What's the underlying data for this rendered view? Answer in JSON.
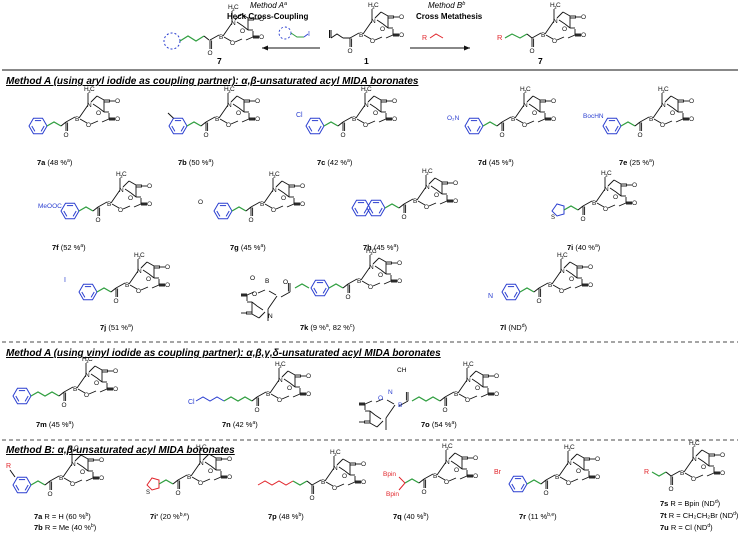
{
  "colors": {
    "aryl": "#2b3fd0",
    "alkene": "#2f9e3f",
    "red": "#e1252b",
    "ink": "#111111"
  },
  "header": {
    "method_a_title": "Method A",
    "method_a_sup": "a",
    "method_a_subtitle": "Heck Cross-Coupling",
    "method_b_title": "Method B",
    "method_b_sup": "b",
    "method_b_subtitle": "Cross Metathesis",
    "left_product": "7",
    "starting_material": "1",
    "right_product": "7",
    "reagent_R": "R",
    "reagent_I": "I"
  },
  "sections": {
    "a1": "Method A (using aryl iodide as coupling partner): α,β-unsaturated acyl MIDA boronates",
    "a2": "Method A (using vinyl iodide as coupling partner): α,β,γ,δ-unsaturated acyl MIDA boronates",
    "b": "Method B: α,β-unsaturated acyl MIDA boronates"
  },
  "substituents": {
    "cl": "Cl",
    "no2": "O₂N",
    "bochn": "BocHN",
    "meooc": "MeOOC",
    "ome": "O",
    "iodo": "I",
    "cl_chain": "Cl",
    "bpin1": "Bpin",
    "bpin2": "Bpin",
    "br": "Br",
    "r": "R"
  },
  "compounds": [
    {
      "id": "7a",
      "text": " (48 %",
      "sup": "a",
      "tail": ")"
    },
    {
      "id": "7b",
      "text": " (50 %",
      "sup": "a",
      "tail": ")"
    },
    {
      "id": "7c",
      "text": " (42 %",
      "sup": "a",
      "tail": ")"
    },
    {
      "id": "7d",
      "text": " (45 %",
      "sup": "a",
      "tail": ")"
    },
    {
      "id": "7e",
      "text": " (25 %",
      "sup": "a",
      "tail": ")"
    },
    {
      "id": "7f",
      "text": " (52 %",
      "sup": "a",
      "tail": ")"
    },
    {
      "id": "7g",
      "text": " (45 %",
      "sup": "a",
      "tail": ")"
    },
    {
      "id": "7h",
      "text": " (45 %",
      "sup": "a",
      "tail": ")"
    },
    {
      "id": "7i",
      "text": " (40 %",
      "sup": "a",
      "tail": ")"
    },
    {
      "id": "7j",
      "text": " (51 %",
      "sup": "a",
      "tail": ")"
    },
    {
      "id": "7k",
      "text": " (9 %",
      "sup": "a",
      "tail": ", 82 %",
      "sup2": "c",
      "tail2": ")"
    },
    {
      "id": "7l",
      "text": " (ND",
      "sup": "d",
      "tail": ")"
    },
    {
      "id": "7m",
      "text": " (45 %",
      "sup": "a",
      "tail": ")"
    },
    {
      "id": "7n",
      "text": " (42 %",
      "sup": "a",
      "tail": ")"
    },
    {
      "id": "7o",
      "text": " (54 %",
      "sup": "a",
      "tail": ")"
    },
    {
      "id": "7a",
      "text": " R = H (60 %",
      "sup": "b",
      "tail": ")"
    },
    {
      "id": "7b",
      "text": " R = Me (40 %",
      "sup": "b",
      "tail": ")"
    },
    {
      "id": "7i'",
      "text": " (20 %",
      "sup": "b,e",
      "tail": ")"
    },
    {
      "id": "7p",
      "text": " (48 %",
      "sup": "b",
      "tail": ")"
    },
    {
      "id": "7q",
      "text": " (40 %",
      "sup": "b",
      "tail": ")"
    },
    {
      "id": "7r",
      "text": " (11 %",
      "sup": "b,e",
      "tail": ")"
    },
    {
      "id": "7s",
      "text": " R = Bpin (ND",
      "sup": "d",
      "tail": ")"
    },
    {
      "id": "7t",
      "text": " R = CH₂CH₂Br (ND",
      "sup": "d",
      "tail": ")"
    },
    {
      "id": "7u",
      "text": " R = Cl (ND",
      "sup": "d",
      "tail": ")"
    }
  ]
}
